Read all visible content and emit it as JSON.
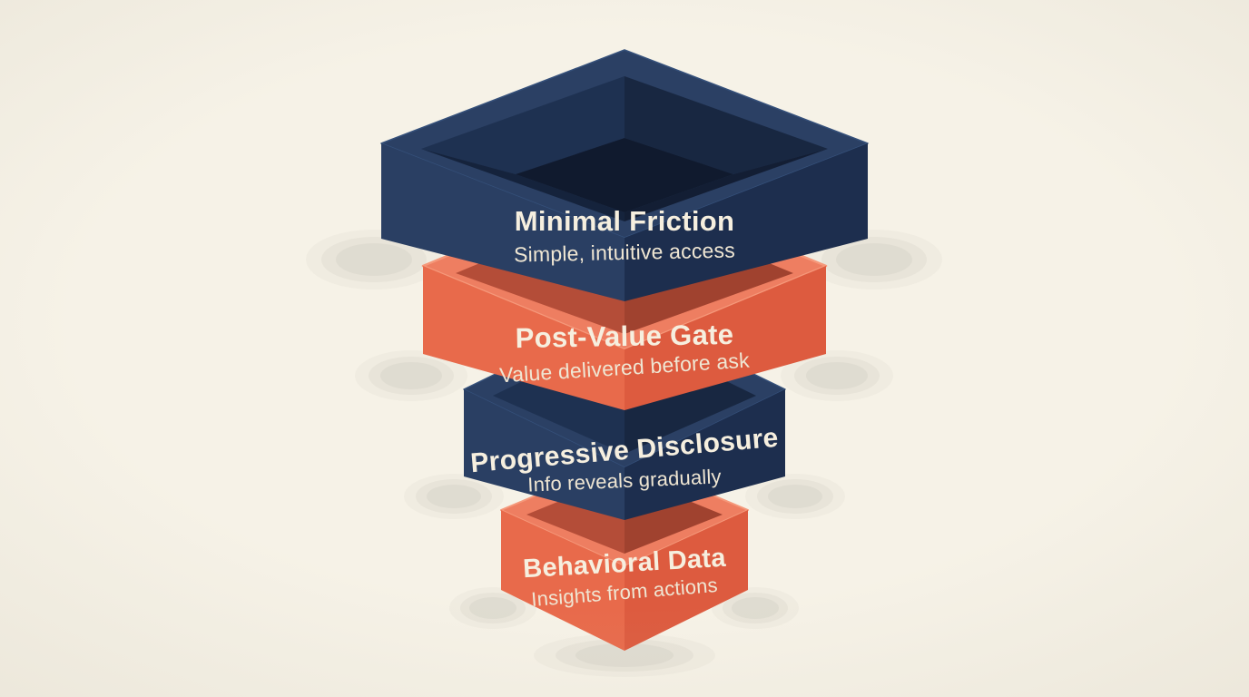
{
  "diagram": {
    "type": "funnel-3d",
    "background": "#f6f2e7",
    "tiers": [
      {
        "id": "minimal-friction",
        "title": "Minimal Friction",
        "subtitle": "Simple, intuitive access",
        "scheme": "navy"
      },
      {
        "id": "post-value-gate",
        "title": "Post-Value Gate",
        "subtitle": "Value delivered before ask",
        "scheme": "orange"
      },
      {
        "id": "progressive-disclosure",
        "title": "Progressive Disclosure",
        "subtitle": "Info reveals gradually",
        "scheme": "navy"
      },
      {
        "id": "behavioral-data",
        "title": "Behavioral Data",
        "subtitle": "Insights from actions",
        "scheme": "orange"
      }
    ],
    "colors": {
      "navy": {
        "top": "#2b4064",
        "edge": "#35507a",
        "face_left": "#2a3f63",
        "face_right": "#1d2e4e",
        "inner_left": "#1e3151",
        "inner_right": "#182741",
        "inner_front_left": "#15233c",
        "inner_front_right": "#131e34",
        "throat": "#101a2e"
      },
      "orange": {
        "top": "#ee7e61",
        "edge": "#f5987a",
        "face_left": "#e86a4b",
        "face_right": "#dd5b3f",
        "inner_left": "#b44d38",
        "inner_right": "#a0422f"
      },
      "text_title": "#f6efdf",
      "text_subtitle": "#efe6d3",
      "shadow": "#84806f"
    }
  }
}
